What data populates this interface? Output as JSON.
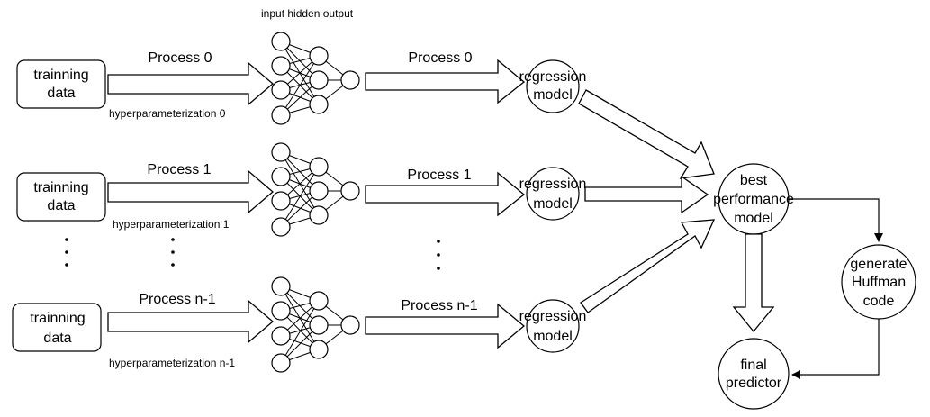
{
  "layer_header": "input  hidden  output",
  "rows": [
    {
      "input_line1": "trainning",
      "input_line2": "data",
      "process_in": "Process 0",
      "hyper": "hyperparameterization 0",
      "process_out": "Process 0",
      "model_line1": "regression",
      "model_line2": "model"
    },
    {
      "input_line1": "trainning",
      "input_line2": "data",
      "process_in": "Process 1",
      "hyper": "hyperparameterization 1",
      "process_out": "Process 1",
      "model_line1": "regression",
      "model_line2": "model"
    },
    {
      "input_line1": "trainning",
      "input_line2": "data",
      "process_in": "Process n-1",
      "hyper": "hyperparameterization n-1",
      "process_out": "Process n-1",
      "model_line1": "regression",
      "model_line2": "model"
    }
  ],
  "best": {
    "line1": "best",
    "line2": "performance",
    "line3": "model"
  },
  "huffman": {
    "line1": "generate",
    "line2": "Huffman",
    "line3": "code"
  },
  "final": {
    "line1": "final",
    "line2": "predictor"
  }
}
